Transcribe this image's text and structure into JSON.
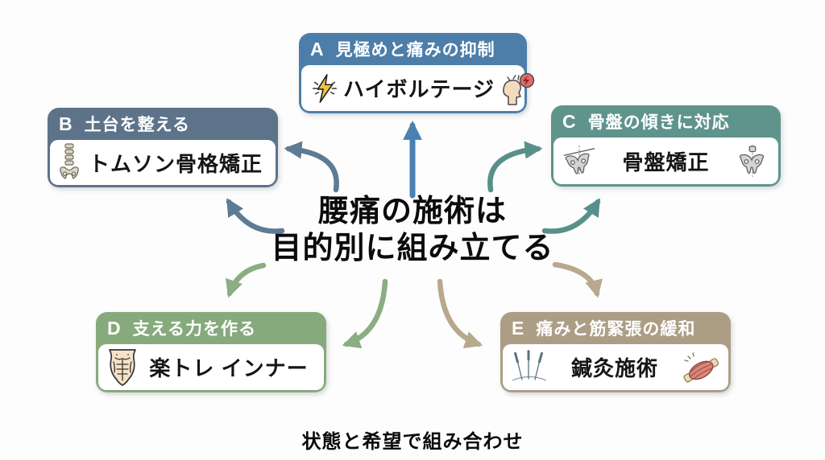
{
  "title": {
    "line1": "腰痛の施術は",
    "line2": "目的別に組み立てる"
  },
  "caption": "状態と希望で組み合わせ",
  "colors": {
    "a": "#4d7ea9",
    "b": "#5d7389",
    "c": "#5f948c",
    "d": "#87aa7d",
    "e": "#ac9e85",
    "arrow_a": "#4a80b2",
    "arrow_b": "#5e7b94",
    "arrow_c": "#579089",
    "arrow_d": "#8bad81",
    "arrow_e": "#b8a98e"
  },
  "boxes": {
    "a": {
      "letter": "A",
      "header": "見極めと痛みの抑制",
      "body": "ハイボルテージ"
    },
    "b": {
      "letter": "B",
      "header": "土台を整える",
      "body": "トムソン骨格矯正"
    },
    "c": {
      "letter": "C",
      "header": "骨盤の傾きに対応",
      "body": "骨盤矯正"
    },
    "d": {
      "letter": "D",
      "header": "支える力を作る",
      "body": "楽トレ インナー"
    },
    "e": {
      "letter": "E",
      "header": "痛みと筋緊張の緩和",
      "body": "鍼灸施術"
    }
  },
  "icons": {
    "a": [
      "lightning-icon",
      "head-pain-icon"
    ],
    "b": [
      "spine-pelvis-icon"
    ],
    "c": [
      "pelvis-tilted-icon",
      "pelvis-straight-icon"
    ],
    "d": [
      "abs-icon"
    ],
    "e": [
      "acupuncture-needles-icon",
      "muscle-icon"
    ]
  }
}
